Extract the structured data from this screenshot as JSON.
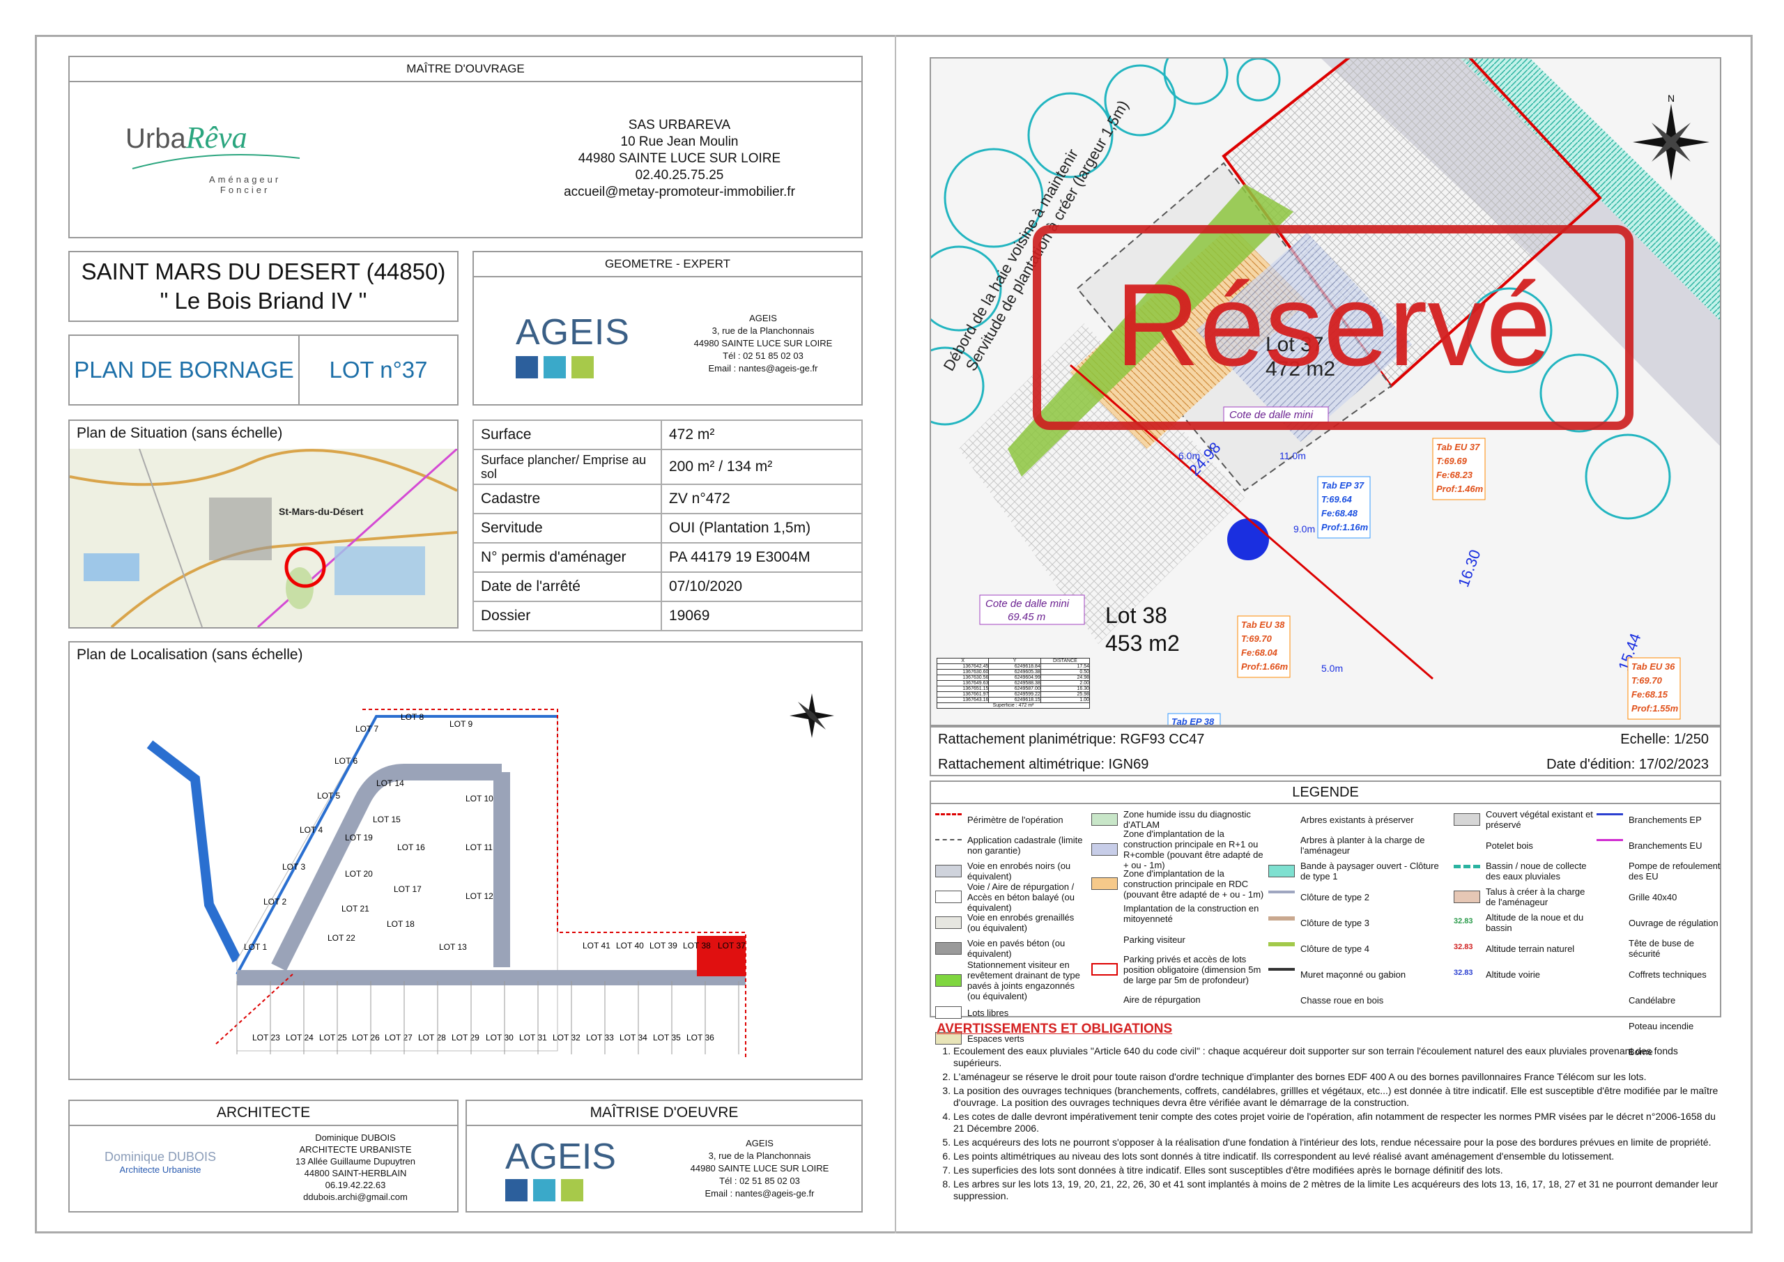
{
  "maitre_ouvrage": {
    "header": "MAÎTRE D'OUVRAGE",
    "logo_main": "Urba",
    "logo_script": "Rêva",
    "logo_sub1": "Aménageur",
    "logo_sub2": "Foncier",
    "company": "SAS URBAREVA",
    "addr1": "10 Rue Jean Moulin",
    "addr2": "44980 SAINTE LUCE SUR LOIRE",
    "phone": "02.40.25.75.25",
    "email": "accueil@metay-promoteur-immobilier.fr"
  },
  "project": {
    "city": "SAINT MARS DU DESERT (44850)",
    "name": "\" Le Bois Briand IV \"",
    "plan": "PLAN DE BORNAGE",
    "lot": "LOT n°37"
  },
  "geometre": {
    "header": "GEOMETRE - EXPERT",
    "logo": "AGEIS",
    "name": "AGEIS",
    "addr1": "3, rue de la Planchonnais",
    "addr2": "44980 SAINTE LUCE SUR LOIRE",
    "phone": "Tél : 02 51 85 02 03",
    "email": "Email : nantes@ageis-ge.fr"
  },
  "situation": {
    "title": "Plan de Situation (sans échelle)",
    "town": "St-Mars-du-Désert"
  },
  "info": [
    {
      "k": "Surface",
      "v": "472 m²"
    },
    {
      "k": "Surface plancher/ Emprise au sol",
      "v": "200 m² / 134 m²"
    },
    {
      "k": "Cadastre",
      "v": "ZV n°472"
    },
    {
      "k": "Servitude",
      "v": "OUI (Plantation 1,5m)"
    },
    {
      "k": "N° permis d'aménager",
      "v": "PA 44179 19 E3004M"
    },
    {
      "k": "Date de l'arrêté",
      "v": "07/10/2020"
    },
    {
      "k": "Dossier",
      "v": "19069"
    }
  ],
  "localisation": {
    "title": "Plan de Localisation (sans échelle)",
    "lots": [
      "LOT 1",
      "LOT 2",
      "LOT 3",
      "LOT 4",
      "LOT 5",
      "LOT 6",
      "LOT 7",
      "LOT 8",
      "LOT 9",
      "LOT 10",
      "LOT 11",
      "LOT 12",
      "LOT 13",
      "LOT 14",
      "LOT 15",
      "LOT 16",
      "LOT 17",
      "LOT 18",
      "LOT 19",
      "LOT 20",
      "LOT 21",
      "LOT 22",
      "LOT 23",
      "LOT 24",
      "LOT 25",
      "LOT 26",
      "LOT 27",
      "LOT 28",
      "LOT 29",
      "LOT 30",
      "LOT 31",
      "LOT 32",
      "LOT 33",
      "LOT 34",
      "LOT 35",
      "LOT 36",
      "LOT 37",
      "LOT 38",
      "LOT 39",
      "LOT 40",
      "LOT 41"
    ]
  },
  "architecte": {
    "header": "ARCHITECTE",
    "logo1": "Dominique DUBOIS",
    "logo2": "Architecte Urbaniste",
    "name": "Dominique DUBOIS",
    "title": "ARCHITECTE URBANISTE",
    "addr1": "13 Allée Guillaume Dupuytren",
    "addr2": "44800 SAINT-HERBLAIN",
    "phone": "06.19.42.22.63",
    "email": "ddubois.archi@gmail.com"
  },
  "maitrise": {
    "header": "MAÎTRISE D'OEUVRE",
    "logo": "AGEIS",
    "name": "AGEIS",
    "addr1": "3, rue de la Planchonnais",
    "addr2": "44980 SAINTE LUCE SUR LOIRE",
    "phone": "Tél : 02 51 85 02 03",
    "email": "Email : nantes@ageis-ge.fr"
  },
  "plan": {
    "stamp": "Réservé",
    "lot37": "Lot 37",
    "lot37_area": "472 m2",
    "lot38": "Lot 38",
    "lot38_area": "453 m2",
    "cote_dalle": "Cote de dalle mini",
    "cote_dalle_value": "69.45 m",
    "hedge": "Débord de la haie voisine à maintenir",
    "servitude": "Servitude de plantation à créer (largeur 1,5m)",
    "tab_ep37": [
      "Tab EP 37",
      "T:69.64",
      "Fe:68.48",
      "Prof:1.16m"
    ],
    "tab_eu37": [
      "Tab EU 37",
      "T:69.69",
      "Fe:68.23",
      "Prof:1.46m"
    ],
    "tab_eu38": [
      "Tab EU 38",
      "T:69.70",
      "Fe:68.04",
      "Prof:1.66m"
    ],
    "tab_eu36": [
      "Tab EU 36",
      "T:69.70",
      "Fe:68.15",
      "Prof:1.55m"
    ],
    "tab_ep38": "Tab EP 38",
    "dims": [
      "24.98",
      "16.30",
      "15.44",
      "11.0m",
      "9.0m",
      "6.0m",
      "5.0m"
    ],
    "coords_head": [
      "X",
      "Y",
      "DISTANCE"
    ],
    "coords": [
      [
        "1367642.45",
        "6249618.84",
        "17.54"
      ],
      [
        "1367630.60",
        "6249605.38",
        "0.50"
      ],
      [
        "1367630.56",
        "6249604.99",
        "24.98"
      ],
      [
        "1367649.63",
        "6249588.38",
        "2.00"
      ],
      [
        "1367651.15",
        "6249587.00",
        "16.30"
      ],
      [
        "1367661.97",
        "6249599.22",
        "25.98"
      ],
      [
        "1367643.16",
        "6249618.15",
        "1.00"
      ]
    ],
    "superficie": "Superficie : 472 m²"
  },
  "rattachement": {
    "plani": "Rattachement planimétrique: RGF93 CC47",
    "alti": "Rattachement altimétrique: IGN69",
    "echelle": "Echelle: 1/250",
    "date": "Date d'édition: 17/02/2023"
  },
  "legende": {
    "title": "LEGENDE",
    "col1": [
      "Périmètre de l'opération",
      "Application cadastrale (limite non garantie)",
      "Voie en enrobés noirs (ou équivalent)",
      "Voie / Aire de répurgation / Accès en béton balayé (ou équivalent)",
      "Voie en enrobés grenaillés (ou équivalent)",
      "Voie en pavés béton (ou équivalent)",
      "Stationnement visiteur en revêtement drainant de type pavés à joints engazonnés (ou équivalent)",
      "Lots libres",
      "Espaces verts"
    ],
    "col2": [
      "Zone humide issu du diagnostic d'ATLAM",
      "Zone d'implantation de la construction principale en R+1 ou R+comble (pouvant être adapté de + ou - 1m)",
      "Zone d'implantation de la construction principale en RDC (pouvant être adapté de + ou - 1m)",
      "Implantation de la construction en mitoyenneté",
      "Parking visiteur",
      "Parking privés et accès de lots position obligatoire (dimension 5m de large par 5m de profondeur)",
      "Aire de répurgation"
    ],
    "col3": [
      "Arbres existants à préserver",
      "Arbres à planter à la charge de l'aménageur",
      "Bande à paysager ouvert - Clôture de type 1",
      "Clôture de type 2",
      "Clôture de type 3",
      "Clôture de type 4",
      "Muret maçonné ou gabion",
      "Chasse roue en bois"
    ],
    "col4": [
      "Couvert végétal existant et préservé",
      "Potelet bois",
      "Bassin / noue de collecte des eaux pluviales",
      "Talus à créer à la charge de l'aménageur",
      "Altitude de la noue et du bassin",
      "Altitude terrain naturel",
      "Altitude voirie"
    ],
    "col4_vals": [
      "32.83",
      "32.83",
      "32.83"
    ],
    "col5": [
      "Branchements EP",
      "Branchements EU",
      "Pompe de refoulement des EU",
      "Grille 40x40",
      "Ouvrage de régulation",
      "Tête de buse de sécurité",
      "Coffrets techniques",
      "Candélabre",
      "Poteau incendie",
      "Borne"
    ]
  },
  "avert": {
    "title": "AVERTISSEMENTS ET OBLIGATIONS",
    "items": [
      "Ecoulement des eaux pluviales \"Article 640 du code civil\" : chaque acquéreur doit supporter sur son terrain l'écoulement naturel des eaux pluviales provenant des fonds supérieurs.",
      "L'aménageur se réserve le droit pour toute raison d'ordre technique d'implanter des bornes EDF 400 A ou des bornes pavillonnaires France Télécom sur les lots.",
      "La position des ouvrages techniques (branchements, coffrets, candélabres, grillles et végétaux, etc...) est donnée à titre indicatif. Elle est susceptible d'être modifiée par le maître d'ouvrage. La position des ouvrages techniques devra être vérifiée avant le démarrage de la construction.",
      "Les cotes de dalle devront impérativement tenir compte des cotes projet voirie de l'opération, afin notamment de respecter les normes PMR visées par le décret n°2006-1658 du 21 Décembre 2006.",
      "Les acquéreurs des lots ne pourront s'opposer à la réalisation d'une fondation à l'intérieur des lots, rendue nécessaire pour la pose des bordures prévues en limite de propriété.",
      "Les points altimétriques au niveau des lots sont donnés à titre indicatif. Ils correspondent au levé réalisé avant aménagement d'ensemble du lotissement.",
      "Les superficies des lots sont données à titre indicatif. Elles sont susceptibles d'être modifiées après le bornage définitif des lots.",
      "Les arbres sur les lots 13, 19, 20, 21, 22, 26, 30 et 41 sont implantés à moins de 2 mètres de la limite  Les acquéreurs des lots 13, 16, 17, 18, 27 et 31 ne pourront demander leur suppression."
    ]
  }
}
